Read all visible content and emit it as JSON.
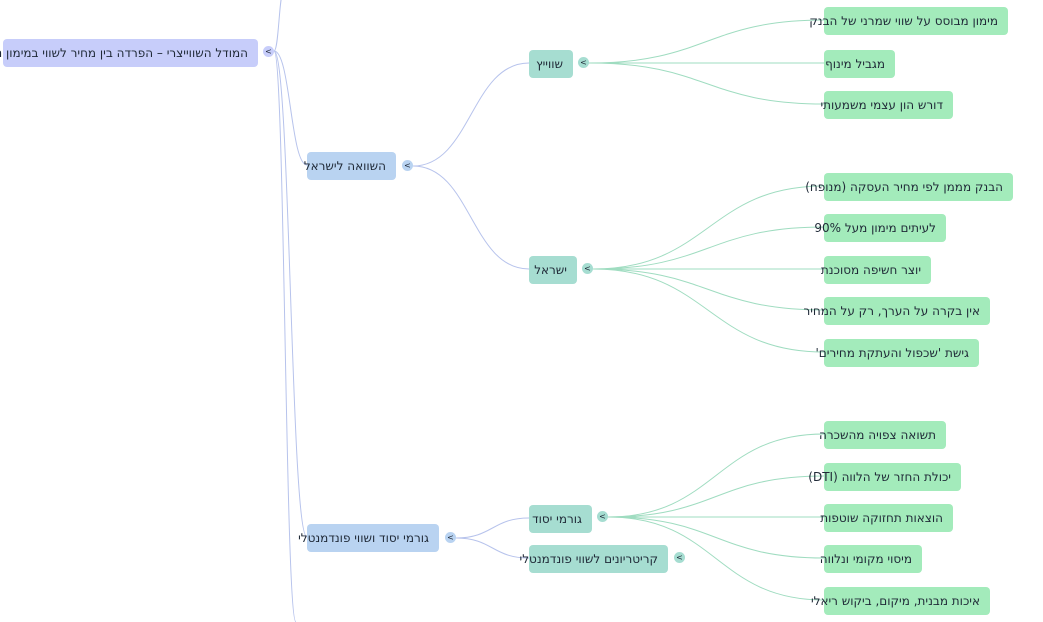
{
  "mindmap": {
    "root": {
      "label": "המודל השווייצרי – הפרדה בין מחיר לשווי במימון נדל\"ן",
      "toggle": "<"
    },
    "branches": [
      {
        "label": "השוואה לישראל",
        "toggle": "<",
        "children": [
          {
            "label": "שווייץ",
            "toggle": "<",
            "children": [
              "מימון מבוסס על שווי שמרני של הבנק",
              "מגביל מינוף",
              "דורש הון עצמי משמעותי"
            ]
          },
          {
            "label": "ישראל",
            "toggle": "<",
            "children": [
              "הבנק מממן לפי מחיר העסקה (מנופח)",
              "לעיתים מימון מעל 90%",
              "יוצר חשיפה מסוכנת",
              "אין בקרה על הערך, רק על המחיר",
              "גישת 'שכפול והעתקת מחירים'"
            ]
          }
        ]
      },
      {
        "label": "גורמי יסוד ושווי פונדמנטלי",
        "toggle": "<",
        "children": [
          {
            "label": "גורמי יסוד",
            "toggle": "<",
            "children": [
              "תשואה צפויה מהשכרה",
              "יכולת החזר של הלווה (DTI)",
              "הוצאות תחזוקה שוטפות",
              "מיסוי מקומי ונלווה",
              "איכות מבנית, מיקום, ביקוש ריאלי"
            ]
          },
          {
            "label": "קריטריונים לשווי פונדמנטלי",
            "toggle": "<",
            "children": []
          }
        ]
      }
    ]
  },
  "colors": {
    "root_fill": "#c7cdfa",
    "level1_fill": "#b9d3f1",
    "level2_fill": "#a6ddd1",
    "leaf_fill": "#a3ebbb",
    "edge_blue": "#b7c3ec",
    "edge_green": "#9fdcc0"
  }
}
